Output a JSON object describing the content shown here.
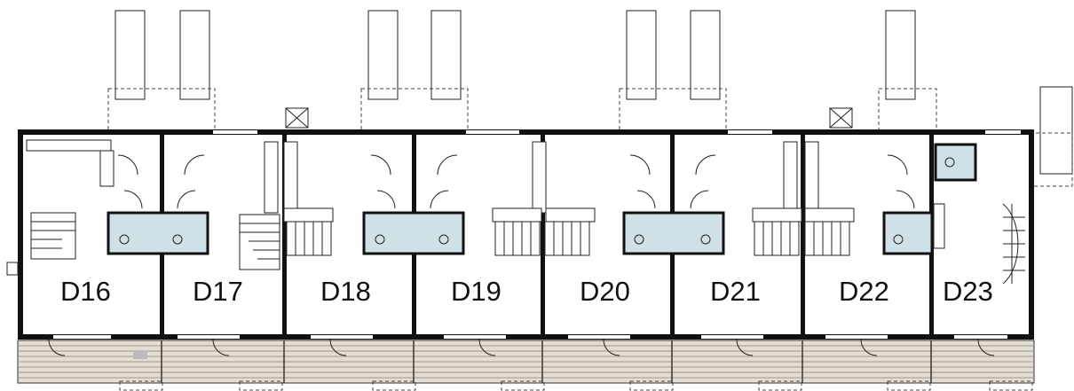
{
  "units": [
    {
      "id": "D16"
    },
    {
      "id": "D17"
    },
    {
      "id": "D18"
    },
    {
      "id": "D19"
    },
    {
      "id": "D20"
    },
    {
      "id": "D21"
    },
    {
      "id": "D22"
    },
    {
      "id": "D23"
    }
  ],
  "colors": {
    "wall": "#111111",
    "bathroom": "#cfe0e6",
    "deck": "#e4ddd2",
    "background": "#ffffff"
  }
}
